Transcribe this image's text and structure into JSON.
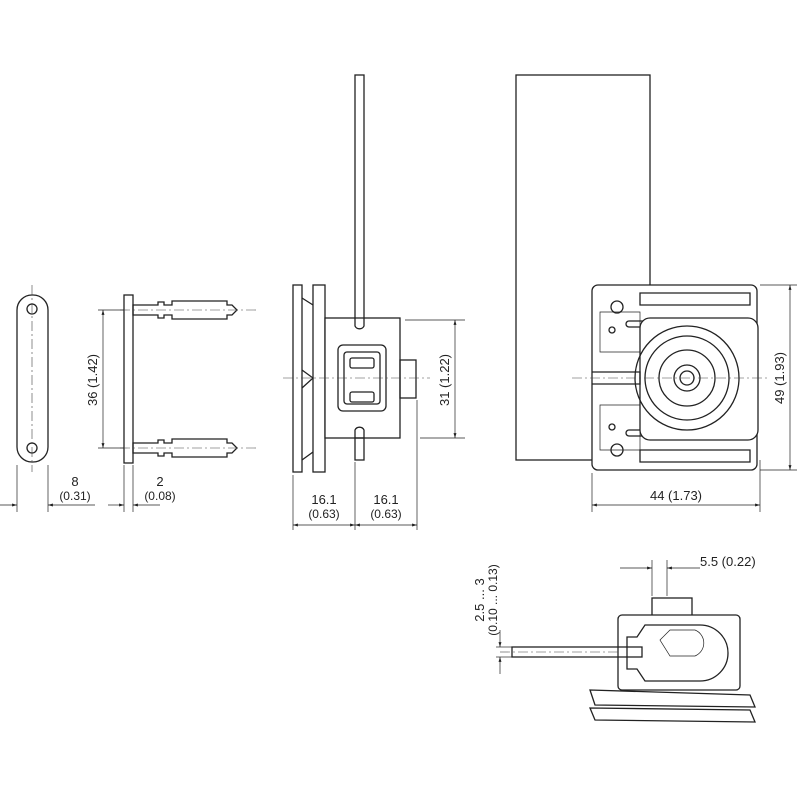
{
  "title": "Dimensional drawing",
  "dimensions": {
    "plate_width": {
      "mm": "8",
      "inch": "(0.31)"
    },
    "plate_thickness": {
      "mm": "2",
      "inch": "(0.08)"
    },
    "pin_spacing": "36 (1.42)",
    "body_height": "31 (1.22)",
    "depth_left": {
      "mm": "16.1",
      "inch": "(0.63)"
    },
    "depth_right": {
      "mm": "16.1",
      "inch": "(0.63)"
    },
    "overall_height": "49 (1.93)",
    "overall_width": "44 (1.73)",
    "offset": "5.5 (0.22)",
    "gap": {
      "mm": "2.5 ... 3",
      "inch": "(0.10 ... 0.13)"
    }
  }
}
